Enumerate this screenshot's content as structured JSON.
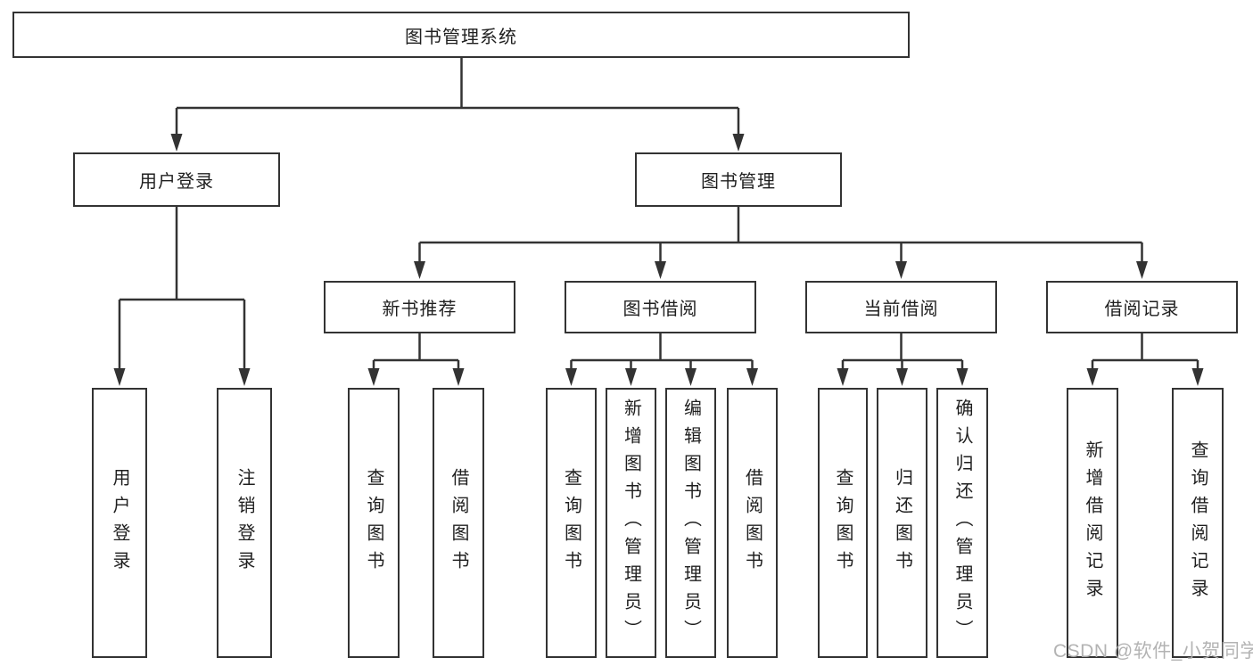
{
  "tree": {
    "root": {
      "label": "图书管理系统"
    },
    "branches": [
      {
        "label": "用户登录",
        "children": [
          {
            "label": "用户登录"
          },
          {
            "label": "注销登录"
          }
        ]
      },
      {
        "label": "图书管理",
        "children": [
          {
            "label": "新书推荐",
            "children": [
              {
                "label": "查询图书"
              },
              {
                "label": "借阅图书"
              }
            ]
          },
          {
            "label": "图书借阅",
            "children": [
              {
                "label": "查询图书"
              },
              {
                "label": "新增图书（管理员）"
              },
              {
                "label": "编辑图书（管理员）"
              },
              {
                "label": "借阅图书"
              }
            ]
          },
          {
            "label": "当前借阅",
            "children": [
              {
                "label": "查询图书"
              },
              {
                "label": "归还图书"
              },
              {
                "label": "确认归还（管理员）"
              }
            ]
          },
          {
            "label": "借阅记录",
            "children": [
              {
                "label": "新增借阅记录"
              },
              {
                "label": "查询借阅记录"
              }
            ]
          }
        ]
      }
    ]
  },
  "watermark": {
    "text": "CSDN @软件_小贺同学"
  },
  "colors": {
    "line": "#333333",
    "text": "#1f1f1f",
    "box_fill": "#ffffff",
    "watermark": "#acacac"
  }
}
